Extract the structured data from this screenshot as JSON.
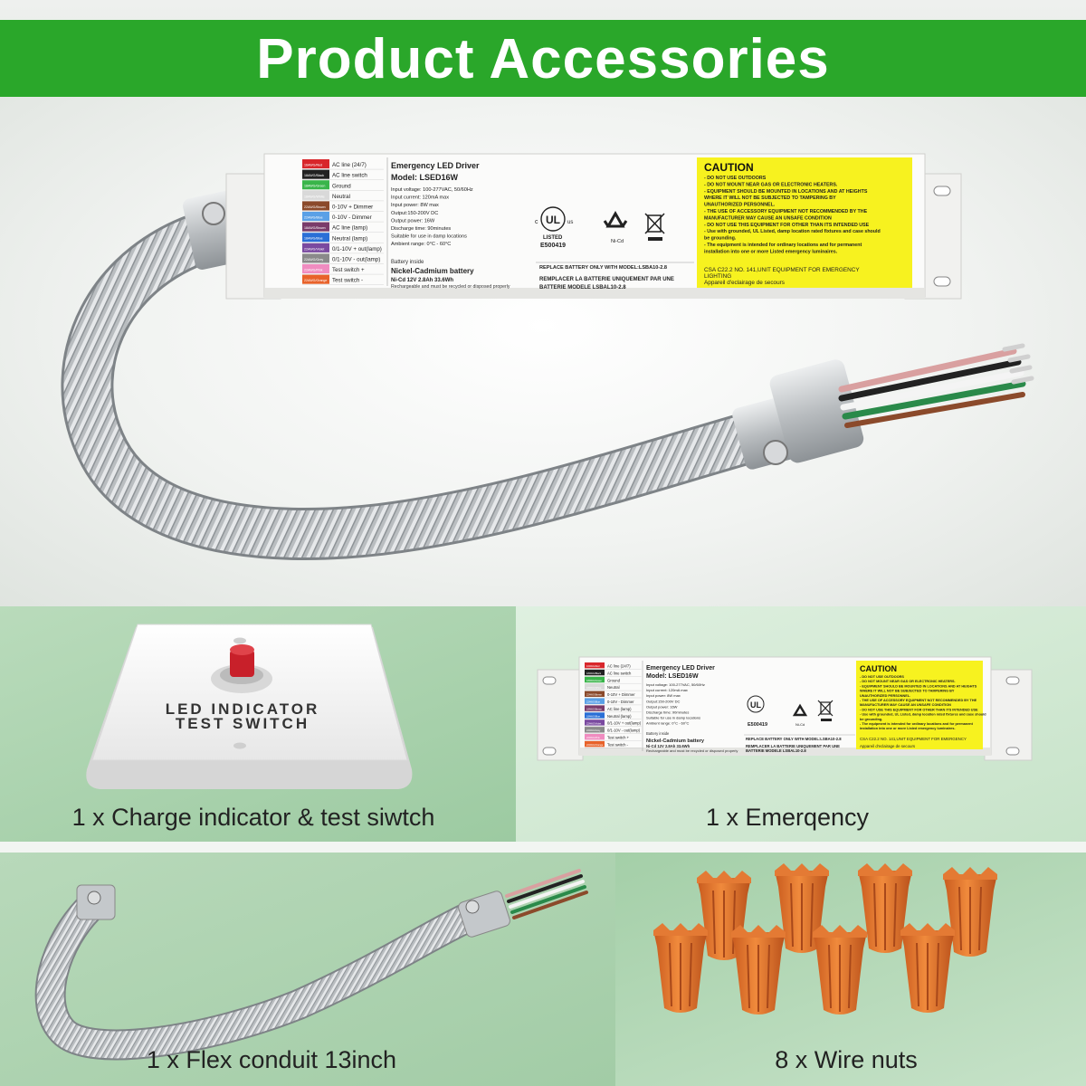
{
  "header": {
    "title": "Product Accessories"
  },
  "driver_label": {
    "title": "Emergency LED Driver",
    "model": "Model: LSED16W",
    "specs": [
      "Input voltage: 100-277VAC, 50/60Hz",
      "Input current: 120mA max",
      "Input power: 8W max",
      "Output:150-200V DC",
      "Output power: 16W",
      "Discharge time: 90minutes",
      "Suitable for use in damp locations",
      "Ambient range: 0°C - 60°C"
    ],
    "battery_inside": "Battery inside",
    "battery_type": "Nickel-Cadmium battery",
    "battery_spec": "Ni-Cd 12V 2.8Ah 33.6Wh",
    "battery_note": "Rechargeable and must be recycled or disposed properly",
    "listed": "LISTED",
    "listing_no": "E500419",
    "nicd": "Ni-Cd",
    "replace_en": "REPLACE BATTERY ONLY WITH MODEL:LSBA10-2.8",
    "replace_fr_1": "REMPLACER LA BATTERIE UNIQUEMENT PAR UNE",
    "replace_fr_2": "BATTERIE MODELE LSBAL10-2.8",
    "wires": [
      {
        "tag": "16AWG/Red",
        "label": "AC line (24/7)",
        "color": "#d8262b"
      },
      {
        "tag": "18AWG/Black",
        "label": "AC line switch",
        "color": "#222222"
      },
      {
        "tag": "18AWG/Green",
        "label": "Ground",
        "color": "#39b54a"
      },
      {
        "tag": "18AWG/White",
        "label": "Neutral",
        "color": "#d9d9d9"
      },
      {
        "tag": "22AWG/Brown",
        "label": "0-10V + Dimmer",
        "color": "#8b4a2b"
      },
      {
        "tag": "22AWG/Blue",
        "label": "0-10V - Dimmer",
        "color": "#5aa0e6"
      },
      {
        "tag": "18AWG/Brown",
        "label": "AC line (lamp)",
        "color": "#7a3b6a"
      },
      {
        "tag": "18AWG/Blue",
        "label": "Neutral (lamp)",
        "color": "#2a6fd6"
      },
      {
        "tag": "22AWG/Violet",
        "label": "0/1-10V + out(lamp)",
        "color": "#7a4aa0"
      },
      {
        "tag": "22AWG/Grey",
        "label": "0/1-10V - out(lamp)",
        "color": "#8a8a8a"
      },
      {
        "tag": "22AWG/Pink",
        "label": "Test switch +",
        "color": "#f08cc0"
      },
      {
        "tag": "22AWG/Orange",
        "label": "Test switch -",
        "color": "#e8622a"
      }
    ],
    "caution_title": "CAUTION",
    "caution_lines": [
      "- DO NOT USE OUTDOORS",
      "- DO NOT MOUNT NEAR GAS OR ELECTRONIC HEATERS.",
      "- EQUIPMENT SHOULD BE MOUNTED IN LOCATIONS AND AT HEIGHTS",
      "  WHERE IT WILL NOT BE SUBJECTED TO TAMPERING BY",
      "  UNAUTHORIZED PERSONNEL.",
      "- THE USE OF ACCESSORY EQUIPMENT NOT RECOMMENDED BY THE",
      "  MANUFACTURER MAY CAUSE AN UNSAFE CONDITION",
      "- DO NOT USE THIS EQUIPMENT FOR OTHER THAN ITS INTENDED USE",
      "- Use with grounded, UL Listed, damp location rated fixtures and case should",
      "  be grounding.",
      "- The equipment is intended for ordinary locations and for permanent",
      "  installation into one or more Listed emergency luminaires."
    ],
    "csa_1": "CSA C22.2 NO. 141,UNIT EQUIPMENT FOR EMERGENCY",
    "csa_2": "LIGHTING",
    "csa_3": "Appareil d'eclairage de secours"
  },
  "switch_plate": {
    "line1": "LED INDICATOR",
    "line2": "TEST SWITCH",
    "button_color": "#c8202a"
  },
  "captions": {
    "switch": "1 x Charge indicator & test siwtch",
    "emergency": "1 x Emerqency",
    "conduit": "1 x Flex conduit 13inch",
    "wire_nuts": "8 x Wire nuts"
  },
  "colors": {
    "banner_green": "#2aa72a",
    "caution_yellow": "#f7f21f",
    "wire_nut_orange": "#e8702a"
  }
}
